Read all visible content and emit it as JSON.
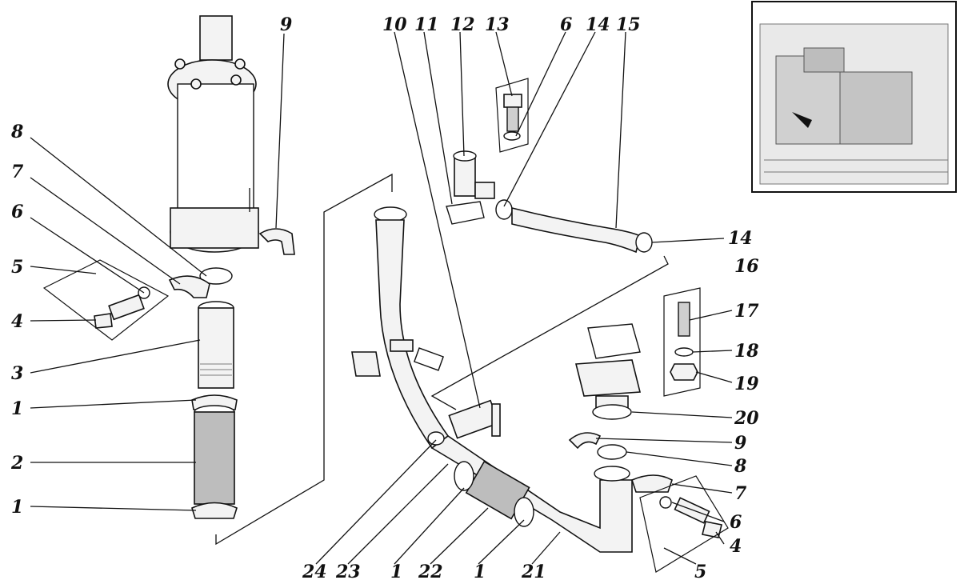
{
  "diagram": {
    "callouts": [
      {
        "id": "c9-top",
        "text": "9"
      },
      {
        "id": "c10",
        "text": "10"
      },
      {
        "id": "c11",
        "text": "11"
      },
      {
        "id": "c12",
        "text": "12"
      },
      {
        "id": "c13",
        "text": "13"
      },
      {
        "id": "c6-top",
        "text": "6"
      },
      {
        "id": "c14-top",
        "text": "14"
      },
      {
        "id": "c15",
        "text": "15"
      },
      {
        "id": "c8-left",
        "text": "8"
      },
      {
        "id": "c7-left",
        "text": "7"
      },
      {
        "id": "c6-left",
        "text": "6"
      },
      {
        "id": "c5-left",
        "text": "5"
      },
      {
        "id": "c4-left",
        "text": "4"
      },
      {
        "id": "c3",
        "text": "3"
      },
      {
        "id": "c1-upper",
        "text": "1"
      },
      {
        "id": "c2",
        "text": "2"
      },
      {
        "id": "c1-lower",
        "text": "1"
      },
      {
        "id": "c14-right",
        "text": "14"
      },
      {
        "id": "c16",
        "text": "16"
      },
      {
        "id": "c17",
        "text": "17"
      },
      {
        "id": "c18",
        "text": "18"
      },
      {
        "id": "c19",
        "text": "19"
      },
      {
        "id": "c20",
        "text": "20"
      },
      {
        "id": "c9-right",
        "text": "9"
      },
      {
        "id": "c8-right",
        "text": "8"
      },
      {
        "id": "c7-right",
        "text": "7"
      },
      {
        "id": "c6-right",
        "text": "6"
      },
      {
        "id": "c4-right",
        "text": "4"
      },
      {
        "id": "c5-right",
        "text": "5"
      },
      {
        "id": "c24",
        "text": "24"
      },
      {
        "id": "c23",
        "text": "23"
      },
      {
        "id": "c1-bottom-a",
        "text": "1"
      },
      {
        "id": "c22",
        "text": "22"
      },
      {
        "id": "c1-bottom-b",
        "text": "1"
      },
      {
        "id": "c21",
        "text": "21"
      }
    ]
  }
}
